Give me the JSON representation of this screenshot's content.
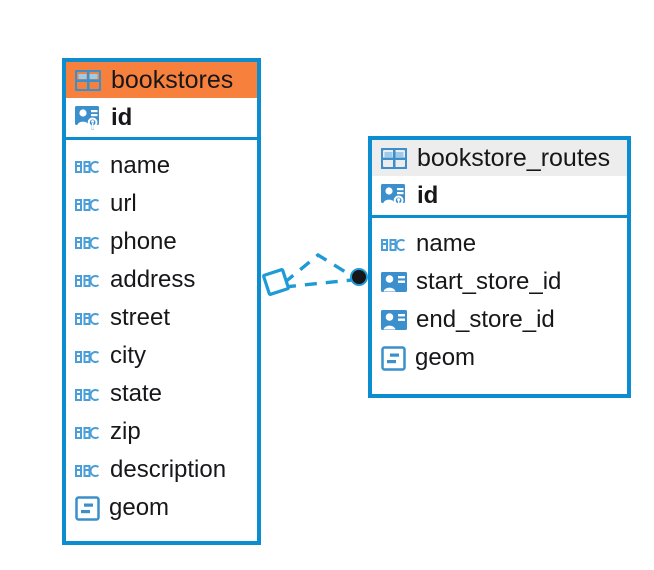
{
  "diagram": {
    "type": "entity-relationship-diagram",
    "background": "#ffffff",
    "accent_color": "#f7813c",
    "border_color": "#0b8dd0",
    "line_color": "#1e9bd7"
  },
  "entities": [
    {
      "name": "bookstores",
      "header_style": "accent",
      "header_color": "#f7813c",
      "icon": "table-icon",
      "primary_key": {
        "label": "id",
        "icon": "primary-key-icon"
      },
      "fields": [
        {
          "label": "name",
          "icon": "abc-text-icon"
        },
        {
          "label": "url",
          "icon": "abc-text-icon"
        },
        {
          "label": "phone",
          "icon": "abc-text-icon"
        },
        {
          "label": "address",
          "icon": "abc-text-icon"
        },
        {
          "label": "street",
          "icon": "abc-text-icon"
        },
        {
          "label": "city",
          "icon": "abc-text-icon"
        },
        {
          "label": "state",
          "icon": "abc-text-icon"
        },
        {
          "label": "zip",
          "icon": "abc-text-icon"
        },
        {
          "label": "description",
          "icon": "abc-text-icon"
        },
        {
          "label": "geom",
          "icon": "geometry-icon"
        }
      ]
    },
    {
      "name": "bookstore_routes",
      "header_style": "plain",
      "header_color": "#ededed",
      "icon": "table-icon",
      "primary_key": {
        "label": "id",
        "icon": "primary-key-icon"
      },
      "fields": [
        {
          "label": "name",
          "icon": "abc-text-icon"
        },
        {
          "label": "start_store_id",
          "icon": "foreign-key-icon"
        },
        {
          "label": "end_store_id",
          "icon": "foreign-key-icon"
        },
        {
          "label": "geom",
          "icon": "geometry-icon"
        }
      ]
    }
  ],
  "relationship": {
    "from_entity": "bookstores",
    "to_entity": "bookstore_routes",
    "from_endpoint": "diamond-endpoint",
    "to_endpoint": "filled-circle-endpoint",
    "line_style": "dashed",
    "branches": 2
  }
}
